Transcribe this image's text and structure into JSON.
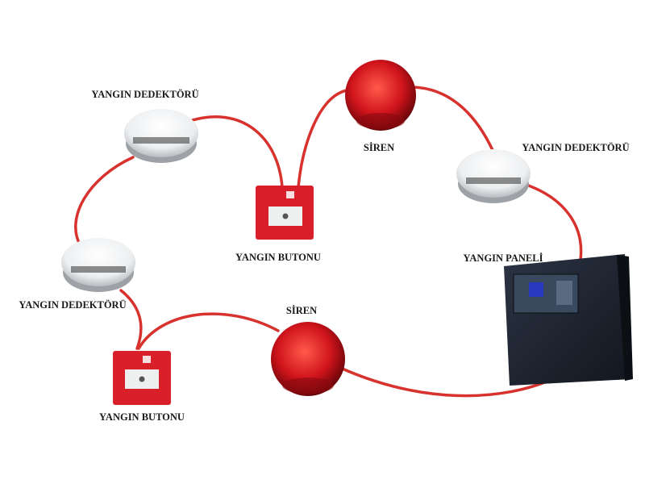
{
  "labels": {
    "detector_top": "YANGIN DEDEKTÖRÜ",
    "detector_right": "YANGIN DEDEKTÖRÜ",
    "detector_left": "YANGIN DEDEKTÖRÜ",
    "siren_top": "SİREN",
    "siren_bottom": "SİREN",
    "button_top": "YANGIN BUTONU",
    "button_bottom": "YANGIN BUTONU",
    "panel": "YANGIN PANELİ"
  },
  "colors": {
    "cable": "#d8322e",
    "device_red": "#d9202a",
    "panel": "#1e2530"
  }
}
